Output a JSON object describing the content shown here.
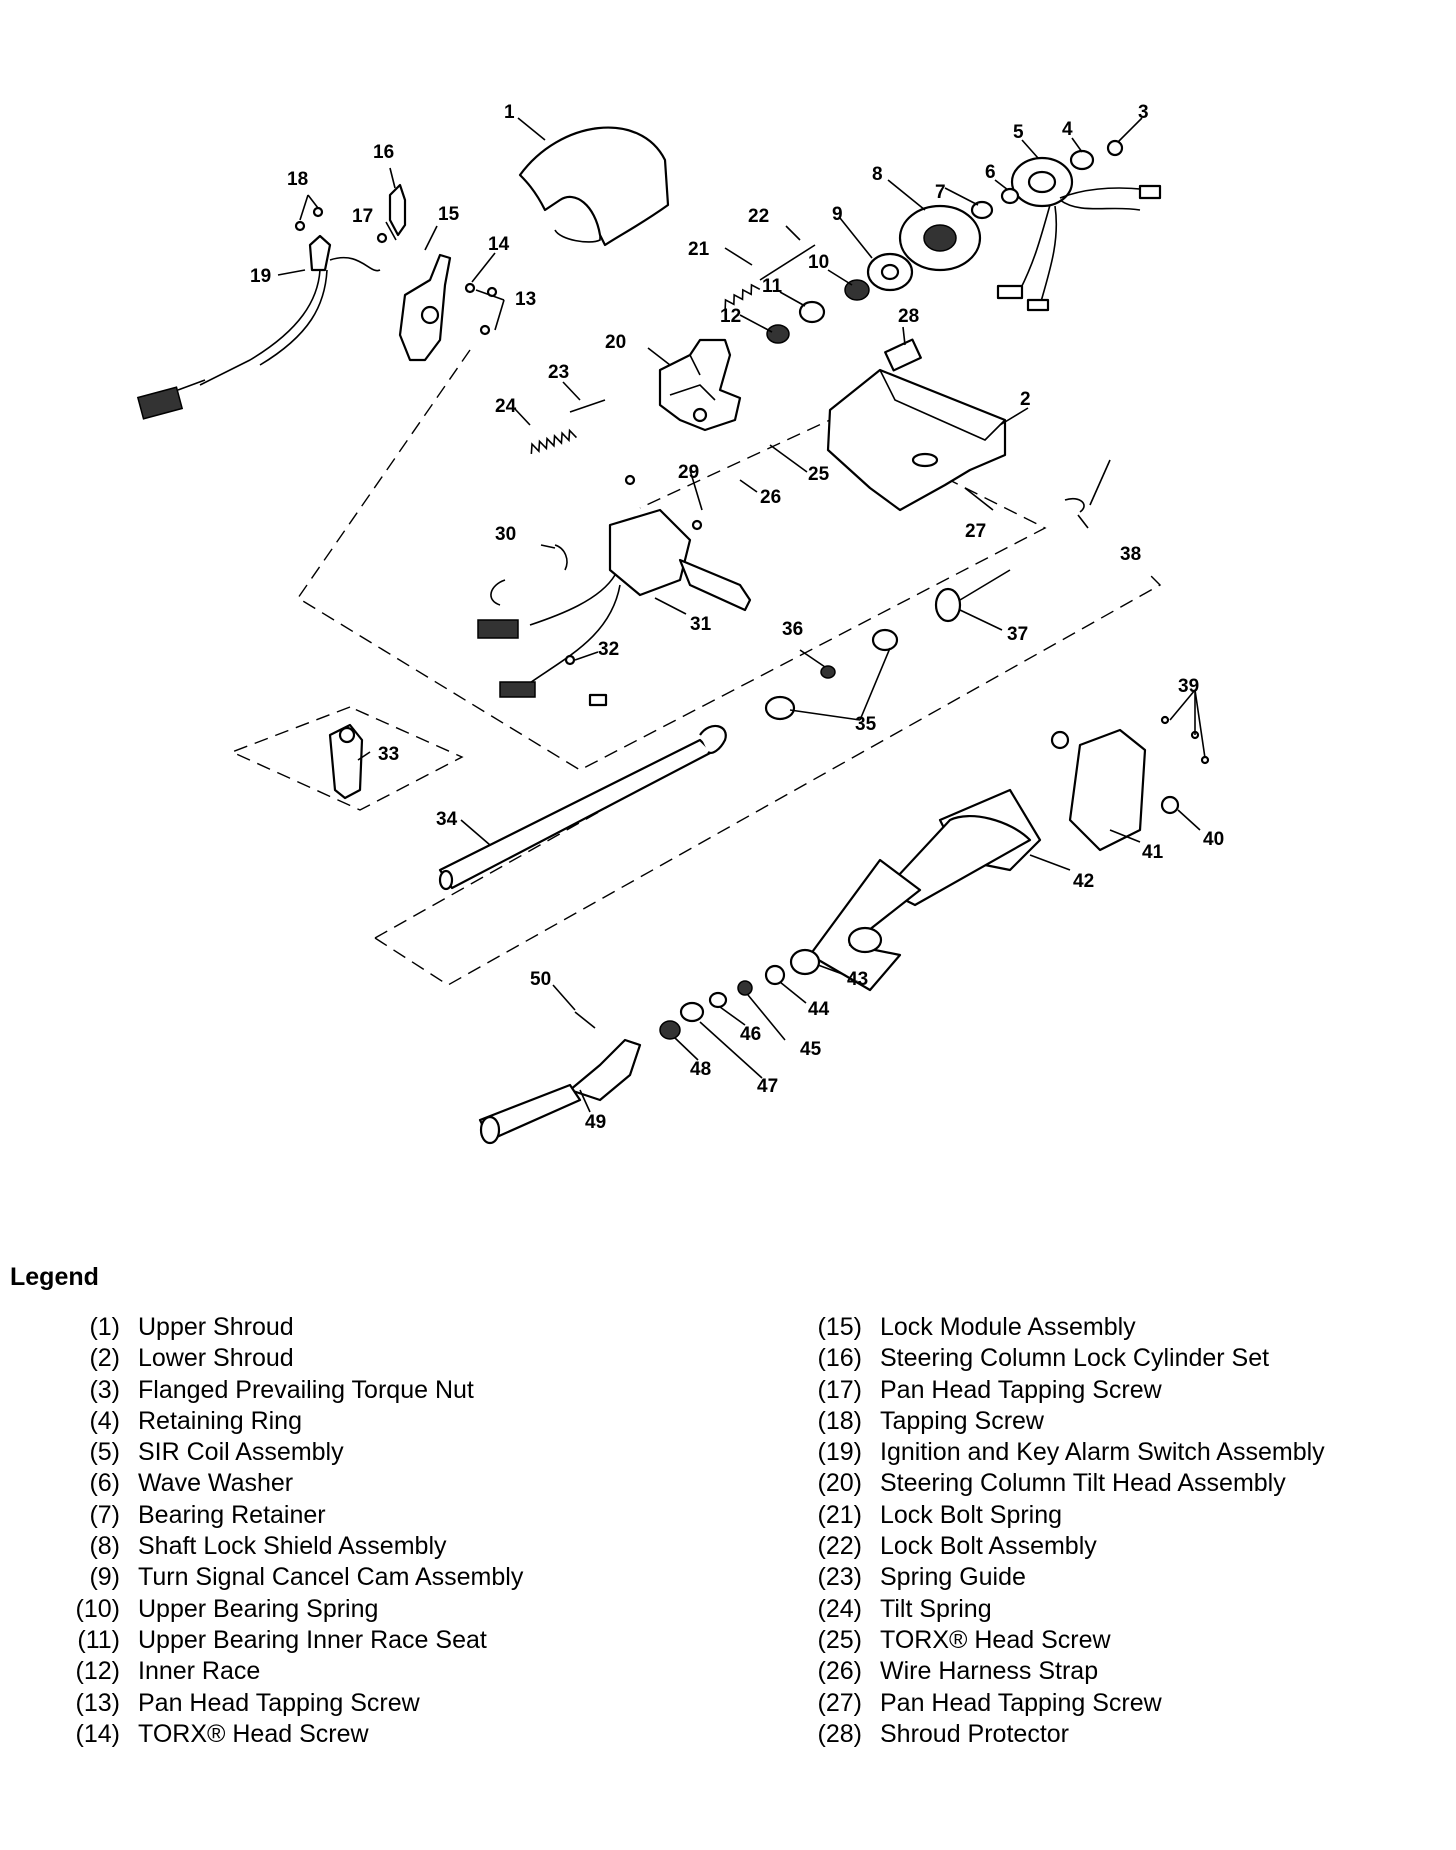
{
  "callouts": [
    "1",
    "2",
    "3",
    "4",
    "5",
    "6",
    "7",
    "8",
    "9",
    "10",
    "11",
    "12",
    "13",
    "14",
    "15",
    "16",
    "17",
    "18",
    "19",
    "20",
    "21",
    "22",
    "23",
    "24",
    "25",
    "26",
    "27",
    "28",
    "29",
    "30",
    "31",
    "32",
    "33",
    "34",
    "35",
    "36",
    "37",
    "38",
    "39",
    "40",
    "41",
    "42",
    "43",
    "44",
    "45",
    "46",
    "47",
    "48",
    "49",
    "50"
  ],
  "legend": {
    "title": "Legend",
    "left": [
      {
        "num": "(1)",
        "text": "Upper Shroud"
      },
      {
        "num": "(2)",
        "text": "Lower Shroud"
      },
      {
        "num": "(3)",
        "text": "Flanged Prevailing Torque Nut"
      },
      {
        "num": "(4)",
        "text": "Retaining Ring"
      },
      {
        "num": "(5)",
        "text": "SIR Coil Assembly"
      },
      {
        "num": "(6)",
        "text": "Wave Washer"
      },
      {
        "num": "(7)",
        "text": "Bearing Retainer"
      },
      {
        "num": "(8)",
        "text": "Shaft Lock Shield Assembly"
      },
      {
        "num": "(9)",
        "text": "Turn Signal Cancel Cam Assembly"
      },
      {
        "num": "(10)",
        "text": "Upper Bearing Spring"
      },
      {
        "num": "(11)",
        "text": "Upper Bearing Inner Race Seat"
      },
      {
        "num": "(12)",
        "text": "Inner Race"
      },
      {
        "num": "(13)",
        "text": "Pan Head Tapping Screw"
      },
      {
        "num": "(14)",
        "text": "TORX® Head Screw"
      }
    ],
    "right": [
      {
        "num": "(15)",
        "text": "Lock Module Assembly"
      },
      {
        "num": "(16)",
        "text": "Steering Column Lock Cylinder Set"
      },
      {
        "num": "(17)",
        "text": "Pan Head Tapping Screw"
      },
      {
        "num": "(18)",
        "text": "Tapping Screw"
      },
      {
        "num": "(19)",
        "text": "Ignition and Key Alarm Switch Assembly"
      },
      {
        "num": "(20)",
        "text": "Steering Column Tilt Head Assembly"
      },
      {
        "num": "(21)",
        "text": "Lock Bolt Spring"
      },
      {
        "num": "(22)",
        "text": "Lock Bolt Assembly"
      },
      {
        "num": "(23)",
        "text": "Spring Guide"
      },
      {
        "num": "(24)",
        "text": "Tilt Spring"
      },
      {
        "num": "(25)",
        "text": "TORX® Head Screw"
      },
      {
        "num": "(26)",
        "text": "Wire Harness Strap"
      },
      {
        "num": "(27)",
        "text": "Pan Head Tapping Screw"
      },
      {
        "num": "(28)",
        "text": "Shroud Protector"
      }
    ]
  }
}
